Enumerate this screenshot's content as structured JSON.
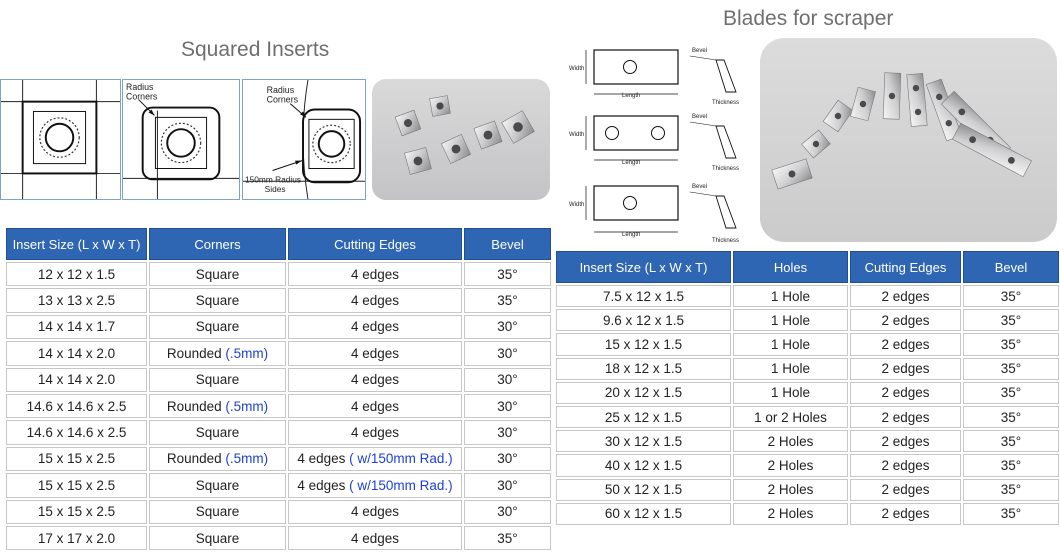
{
  "squared_inserts": {
    "heading": "Squared Inserts",
    "diagram_labels": {
      "radius_corners_a": [
        "Radius",
        "Corners"
      ],
      "radius_corners_b": [
        "Radius",
        "Corners"
      ],
      "radius_sides": [
        "150mm Radius",
        "Sides"
      ]
    },
    "table": {
      "headers": [
        "Insert Size (L x W x T)",
        "Corners",
        "Cutting Edges",
        "Bevel"
      ],
      "rows": [
        {
          "size": "12 x 12 x 1.5",
          "corners": "Square",
          "corners_note": "",
          "edges": "4 edges",
          "edges_note": "",
          "bevel": "35°"
        },
        {
          "size": "13 x 13 x 2.5",
          "corners": "Square",
          "corners_note": "",
          "edges": "4 edges",
          "edges_note": "",
          "bevel": "35°"
        },
        {
          "size": "14 x 14 x 1.7",
          "corners": "Square",
          "corners_note": "",
          "edges": "4 edges",
          "edges_note": "",
          "bevel": "30°"
        },
        {
          "size": "14 x 14 x 2.0",
          "corners": "Rounded",
          "corners_note": "(.5mm)",
          "edges": "4 edges",
          "edges_note": "",
          "bevel": "30°"
        },
        {
          "size": "14 x 14 x 2.0",
          "corners": "Square",
          "corners_note": "",
          "edges": "4 edges",
          "edges_note": "",
          "bevel": "30°"
        },
        {
          "size": "14.6 x 14.6 x 2.5",
          "corners": "Rounded",
          "corners_note": "(.5mm)",
          "edges": "4 edges",
          "edges_note": "",
          "bevel": "30°"
        },
        {
          "size": "14.6 x 14.6 x 2.5",
          "corners": "Square",
          "corners_note": "",
          "edges": "4 edges",
          "edges_note": "",
          "bevel": "30°"
        },
        {
          "size": "15 x 15 x 2.5",
          "corners": "Rounded",
          "corners_note": "(.5mm)",
          "edges": "4 edges",
          "edges_note": "( w/150mm Rad.)",
          "bevel": "30°"
        },
        {
          "size": "15 x 15 x 2.5",
          "corners": "Square",
          "corners_note": "",
          "edges": "4 edges",
          "edges_note": "( w/150mm Rad.)",
          "bevel": "30°"
        },
        {
          "size": "15 x 15 x 2.5",
          "corners": "Square",
          "corners_note": "",
          "edges": "4 edges",
          "edges_note": "",
          "bevel": "30°"
        },
        {
          "size": "17 x 17 x 2.0",
          "corners": "Square",
          "corners_note": "",
          "edges": "4 edges",
          "edges_note": "",
          "bevel": "35°"
        }
      ]
    }
  },
  "blades": {
    "heading": "Blades for scraper",
    "diagram_labels": {
      "width": "Width",
      "length": "Length",
      "bevel": "Bevel",
      "thickness": "Thickness"
    },
    "table": {
      "headers": [
        "Insert Size (L x W x T)",
        "Holes",
        "Cutting Edges",
        "Bevel"
      ],
      "rows": [
        {
          "size": "7.5 x 12 x 1.5",
          "holes": "1 Hole",
          "edges": "2 edges",
          "bevel": "35°"
        },
        {
          "size": "9.6 x 12 x 1.5",
          "holes": "1 Hole",
          "edges": "2 edges",
          "bevel": "35°"
        },
        {
          "size": "15 x 12 x 1.5",
          "holes": "1 Hole",
          "edges": "2 edges",
          "bevel": "35°"
        },
        {
          "size": "18 x 12 x 1.5",
          "holes": "1 Hole",
          "edges": "2 edges",
          "bevel": "35°"
        },
        {
          "size": "20 x 12 x 1.5",
          "holes": "1 Hole",
          "edges": "2 edges",
          "bevel": "35°"
        },
        {
          "size": "25 x 12 x 1.5",
          "holes": "1 or 2 Holes",
          "edges": "2 edges",
          "bevel": "35°"
        },
        {
          "size": "30 x 12 x 1.5",
          "holes": "2 Holes",
          "edges": "2 edges",
          "bevel": "35°"
        },
        {
          "size": "40 x 12 x 1.5",
          "holes": "2 Holes",
          "edges": "2 edges",
          "bevel": "35°"
        },
        {
          "size": "50 x 12 x 1.5",
          "holes": "2 Holes",
          "edges": "2 edges",
          "bevel": "35°"
        },
        {
          "size": "60 x 12 x 1.5",
          "holes": "2 Holes",
          "edges": "2 edges",
          "bevel": "35°"
        }
      ]
    }
  },
  "colors": {
    "header_bg": "#2e66b4",
    "note_blue": "#1d3fd8",
    "heading_gray": "#6f6f6f"
  }
}
